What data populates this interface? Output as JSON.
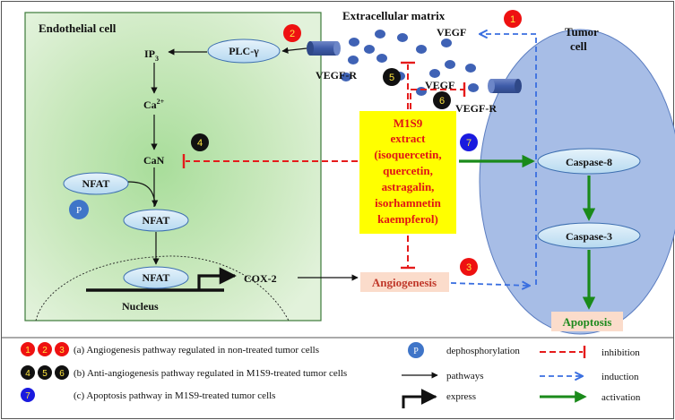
{
  "cell_labels": {
    "endothelial": "Endothelial cell",
    "extracellular": "Extracellular matrix",
    "tumor_line1": "Tumor",
    "tumor_line2": "cell",
    "nucleus": "Nucleus"
  },
  "molecules": {
    "plc": "PLC-γ",
    "ip3": "IP",
    "ip3_sub": "3",
    "ca": "Ca",
    "ca_sup": "2+",
    "can": "CaN",
    "nfat": "NFAT",
    "p": "P",
    "cox2": "COX-2",
    "vegf_top": "VEGF",
    "vegf_bottom": "VEGF",
    "vegfr_left": "VEGF-R",
    "vegfr_right": "VEGF-R",
    "caspase8": "Caspase-8",
    "caspase3": "Caspase-3",
    "angiogenesis": "Angiogenesis",
    "apoptosis": "Apoptosis"
  },
  "extract_lines": [
    "M1S9",
    "extract",
    "(isoquercetin,",
    "quercetin,",
    "astragalin,",
    "isorhamnetin",
    "kaempferol)"
  ],
  "badges": [
    "1",
    "2",
    "3",
    "4",
    "5",
    "6",
    "7"
  ],
  "legend": {
    "row_a": "(a) Angiogenesis pathway regulated in non-treated tumor cells",
    "row_b": "(b) Anti-angiogenesis pathway regulated in M1S9-treated tumor cells",
    "row_c": "(c) Apoptosis pathway in M1S9-treated tumor cells",
    "dephos": "dephosphorylation",
    "pathways": "pathways",
    "express": "express",
    "inhibition": "inhibition",
    "induction": "induction",
    "activation": "activation"
  },
  "colors": {
    "badge_red": "#ee1111",
    "badge_black": "#111111",
    "badge_blue": "#1a1adf",
    "badge_text_yellow": "#ffe640",
    "inhibition_red": "#e51b1b",
    "induction_blue": "#3a6fe0",
    "activation_green": "#1a8a1a",
    "extract_yellow": "#ffff00",
    "extract_text": "#e01515",
    "tumor_fill": "#a6bce6",
    "endothelial_fill": "#cde8c2",
    "label_peach": "#fbdccb",
    "apoptosis_text": "#1e8a1e"
  }
}
